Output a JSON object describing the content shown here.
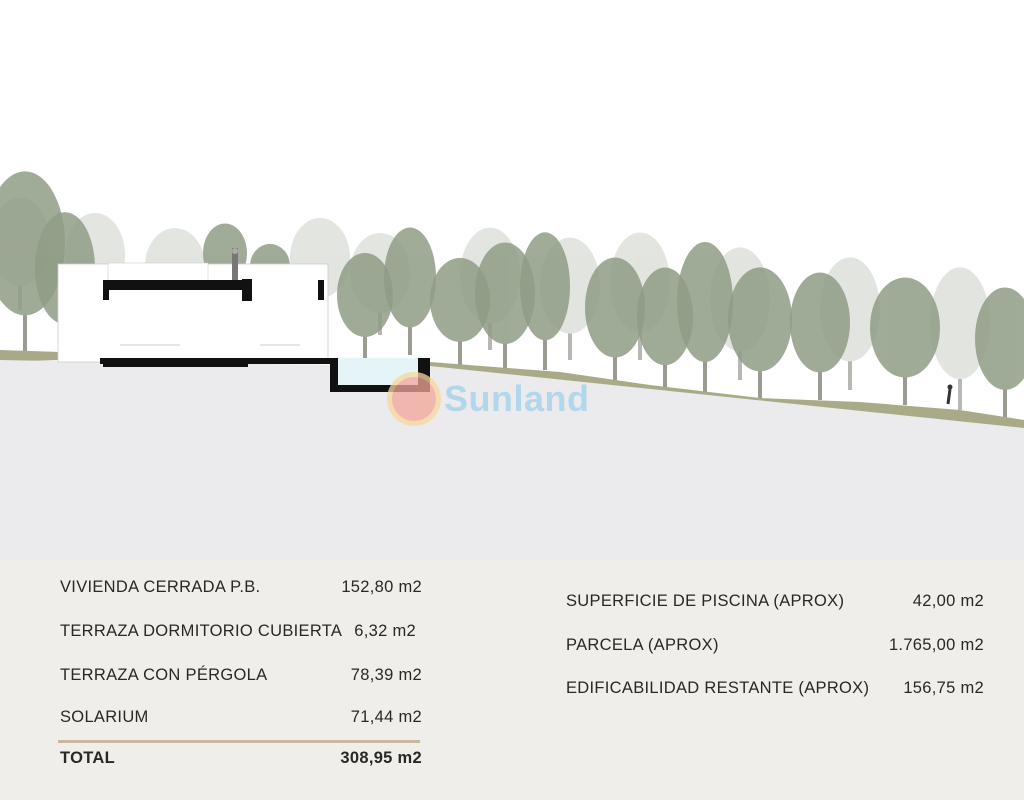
{
  "watermark": {
    "brand": "Sunland"
  },
  "areas_left": {
    "rows": [
      {
        "label": "VIVIENDA CERRADA P.B.",
        "value": "152,80 m2"
      },
      {
        "label": "TERRAZA DORMITORIO CUBIERTA",
        "value": "6,32 m2"
      },
      {
        "label": "TERRAZA CON PÉRGOLA",
        "value": "78,39 m2"
      },
      {
        "label": "SOLARIUM",
        "value": "71,44 m2"
      }
    ],
    "total": {
      "label": "TOTAL",
      "value": "308,95 m2"
    }
  },
  "areas_right": {
    "rows": [
      {
        "label": "SUPERFICIE DE PISCINA (APROX)",
        "value": "42,00 m2"
      },
      {
        "label": "PARCELA (APROX)",
        "value": "1.765,00 m2"
      },
      {
        "label": "EDIFICABILIDAD RESTANTE (APROX)",
        "value": "156,75 m2"
      }
    ]
  },
  "colors": {
    "separator": "#c9b79e",
    "ground": "#ebeaec",
    "panel": "#efeeea",
    "pool": "#e4f4f7"
  }
}
